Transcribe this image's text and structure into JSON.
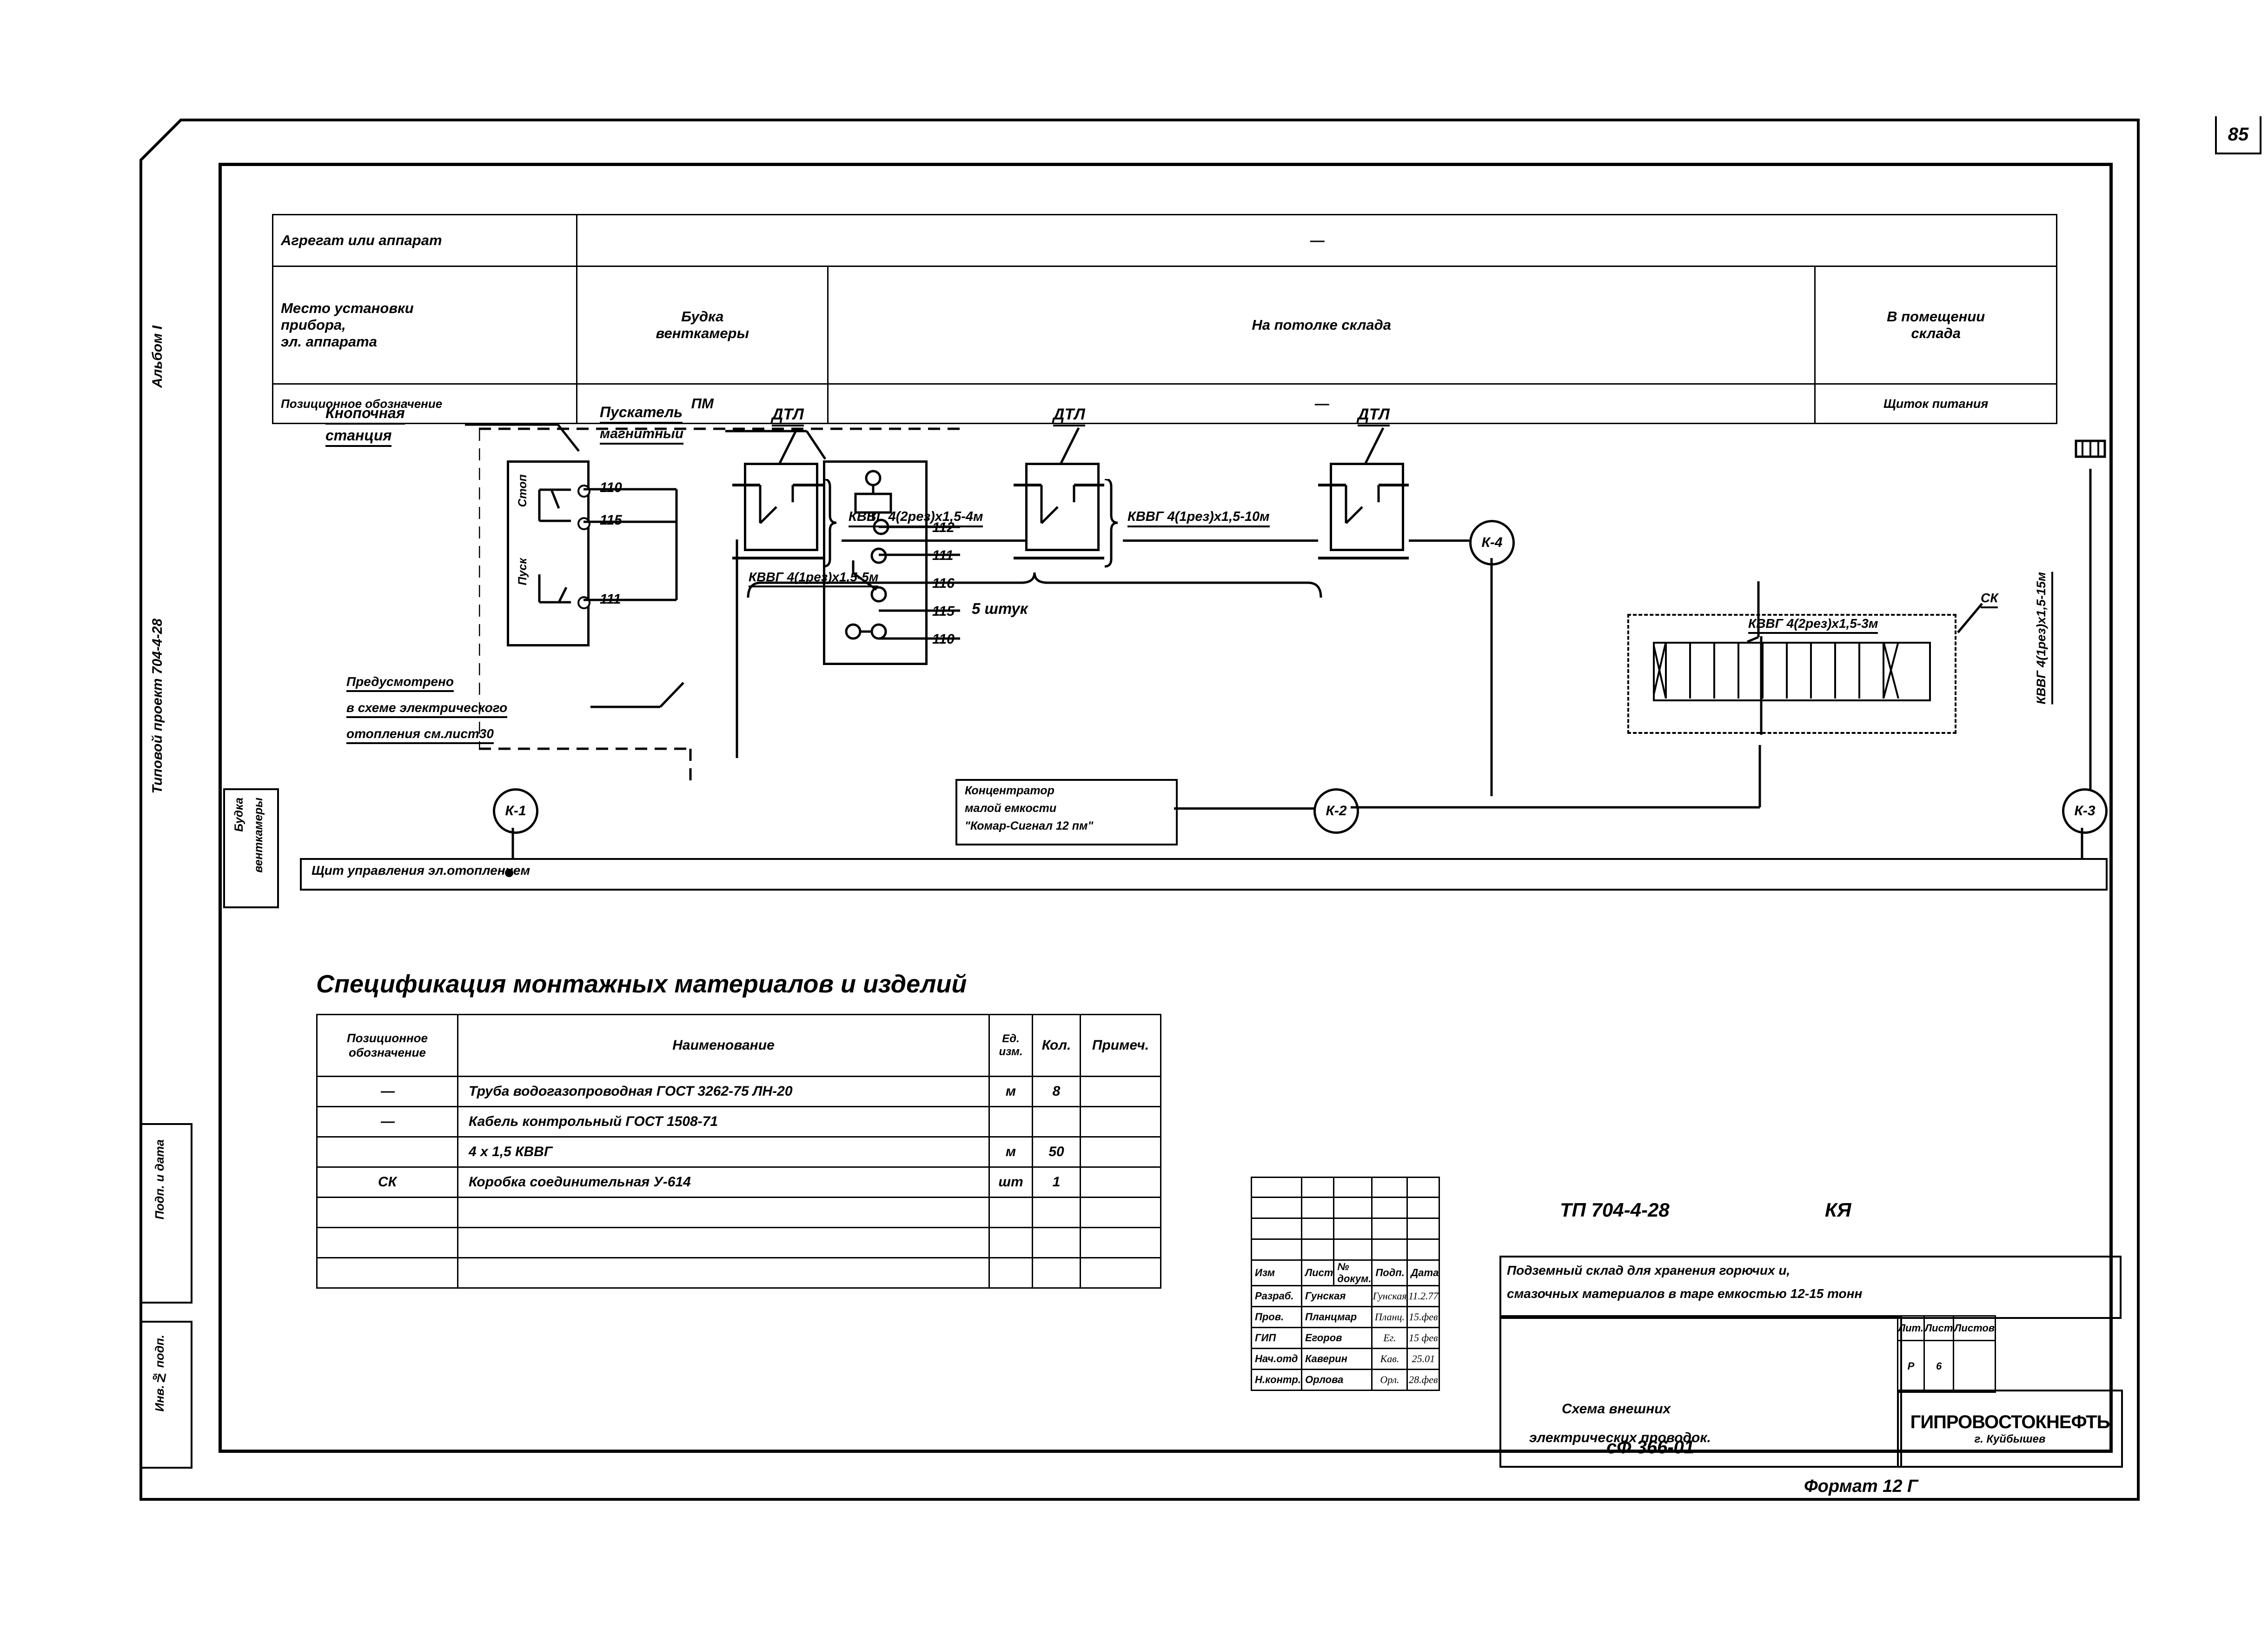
{
  "sheet": {
    "page_number": "85",
    "margin_left": {
      "album": "Альбом I",
      "project": "Типовой проект 704-4-28",
      "podp_i_data": "Подп. и дата",
      "inv_podp": "Инв.№ подп."
    },
    "drawing_number": "сФ 366-01",
    "format": "Формат 12 Г"
  },
  "top_table": {
    "rows": [
      {
        "label": "Агрегат или аппарат",
        "c1": "—",
        "c2": "",
        "c3": ""
      },
      {
        "label": "Место установки\nприбора,\nэл. аппарата",
        "c1": "Будка\nвенткамеры",
        "c2": "На потолке склада",
        "c3": "В помещении\nсклада"
      },
      {
        "label": "Позиционное обозначение",
        "c1": "ПМ",
        "c2": "—",
        "c3": "Щиток питания"
      }
    ],
    "labels": {
      "r1_label": "Агрегат или аппарат",
      "r1_c1": "—",
      "r2_label_l1": "Место установки",
      "r2_label_l2": "прибора,",
      "r2_label_l3": "эл. аппарата",
      "r2_c1_l1": "Будка",
      "r2_c1_l2": "венткамеры",
      "r2_c2": "На потолке склада",
      "r2_c3_l1": "В помещении",
      "r2_c3_l2": "склада",
      "r3_label": "Позиционное обозначение",
      "r3_c1": "ПМ",
      "r3_c2": "—",
      "r3_c3": "Щиток питания"
    }
  },
  "schematic": {
    "label_button_station_l1": "Кнопочная",
    "label_button_station_l2": "станция",
    "label_starter_l1": "Пускатель",
    "label_starter_l2": "магнитный",
    "label_stop": "Стоп",
    "label_start": "Пуск",
    "terminals_left": [
      "110",
      "115",
      "111"
    ],
    "terminals_right": [
      "112",
      "111",
      "116",
      "115",
      "110"
    ],
    "sensor_labels": [
      "ДТЛ",
      "ДТЛ",
      "ДТЛ"
    ],
    "cable_1": "КВВГ 4(2рез)х1,5-4м",
    "cable_2": "КВВГ 4(1рез)х1,5-10м",
    "cable_3": "КВВГ 4(1рез)х1,5-5м",
    "cable_4": "КВВГ 4(2рез)х1,5-3м",
    "cable_5": "КВВГ 4(1рез)х1,5-15м",
    "quantity_note": "5 штук",
    "note_l1": "Предусмотрено",
    "note_l2": "в схеме электрического",
    "note_l3": "отопления см.лист30",
    "concentrator_l1": "Концентратор",
    "concentrator_l2": "малой емкости",
    "concentrator_l3": "\"Комар-Сигнал 12 пм\"",
    "junction_label": "СК",
    "heating_panel_label": "Щит управления эл.отоплением",
    "vent_booth_l1": "Будка",
    "vent_booth_l2": "венткамеры",
    "node_k1": "К-1",
    "node_k2": "К-2",
    "node_k3": "К-3",
    "node_k4": "К-4"
  },
  "spec": {
    "title": "Спецификация монтажных материалов и изделий",
    "headers": {
      "pos_l1": "Позиционное",
      "pos_l2": "обозначение",
      "name": "Наименование",
      "unit_l1": "Ед.",
      "unit_l2": "изм.",
      "qty": "Кол.",
      "note": "Примеч."
    },
    "rows": [
      {
        "pos": "—",
        "name": "Труба водогазопроводная  ГОСТ 3262-75  ЛН-20",
        "unit": "м",
        "qty": "8",
        "note": ""
      },
      {
        "pos": "—",
        "name": "Кабель  контрольный       ГОСТ 1508-71",
        "unit": "",
        "qty": "",
        "note": ""
      },
      {
        "pos": "",
        "name": "4 х 1,5                                 КВВГ",
        "unit": "м",
        "qty": "50",
        "note": ""
      },
      {
        "pos": "СК",
        "name": "Коробка  соединительная      У-614",
        "unit": "шт",
        "qty": "1",
        "note": ""
      },
      {
        "pos": "",
        "name": "",
        "unit": "",
        "qty": "",
        "note": ""
      },
      {
        "pos": "",
        "name": "",
        "unit": "",
        "qty": "",
        "note": ""
      },
      {
        "pos": "",
        "name": "",
        "unit": "",
        "qty": "",
        "note": ""
      }
    ]
  },
  "stamp": {
    "code": "ТП 704-4-28",
    "code_suffix": "КЯ",
    "object_l1": "Подземный склад для хранения  горючих  и,",
    "object_l2": "смазочных материалов в таре емкостью 12-15 тонн",
    "doc_title_l1": "Схема  внешних",
    "doc_title_l2": "электрических  проводок.",
    "cols": {
      "izm": "Изм",
      "list": "Лист",
      "doc_no": "№ докум.",
      "podp": "Подп.",
      "data": "Дата"
    },
    "roles": [
      {
        "role": "Разраб.",
        "name": "Гунская",
        "sign": "Гунская",
        "date": "11.2.77"
      },
      {
        "role": "Пров.",
        "name": "Планцмар",
        "sign": "Планц.",
        "date": "15.фев"
      },
      {
        "role": "ГИП",
        "name": "Егоров",
        "sign": "Ег.",
        "date": "15 фев"
      },
      {
        "role": "Нач.отд",
        "name": "Каверин",
        "sign": "Кав.",
        "date": "25.01"
      },
      {
        "role": "Н.контр.",
        "name": "Орлова",
        "sign": "Орл.",
        "date": "28.фев"
      }
    ],
    "lit_hdr": "Лит.",
    "list_hdr": "Лист",
    "listov_hdr": "Листов",
    "lit_val": "Р",
    "list_val": "6",
    "listov_val": "",
    "firm": "ГИПРОВОСТОКНЕФТЬ",
    "firm_city": "г. Куйбышев"
  }
}
